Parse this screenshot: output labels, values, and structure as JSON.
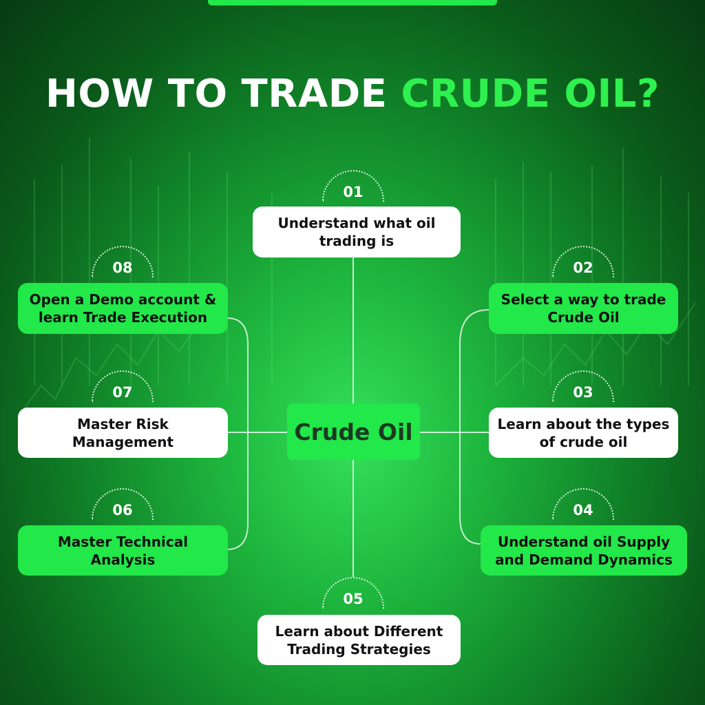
{
  "title": {
    "prefix": "HOW TO TRADE",
    "highlight": "CRUDE OIL?"
  },
  "center": {
    "label": "Crude Oil"
  },
  "steps": [
    {
      "number": "01",
      "text": "Understand what oil trading is"
    },
    {
      "number": "02",
      "text": "Select a way to trade Crude Oil"
    },
    {
      "number": "03",
      "text": "Learn about the types of crude oil"
    },
    {
      "number": "04",
      "text": "Understand oil Supply and Demand Dynamics"
    },
    {
      "number": "05",
      "text": "Learn about Different Trading Strategies"
    },
    {
      "number": "06",
      "text": "Master Technical Analysis"
    },
    {
      "number": "07",
      "text": "Master Risk Management"
    },
    {
      "number": "08",
      "text": "Open a Demo account & learn Trade Execution"
    }
  ],
  "colors": {
    "accent": "#22e84a",
    "title_accent": "#2ef04f",
    "background": "#128a2b",
    "card_white": "#ffffff"
  }
}
